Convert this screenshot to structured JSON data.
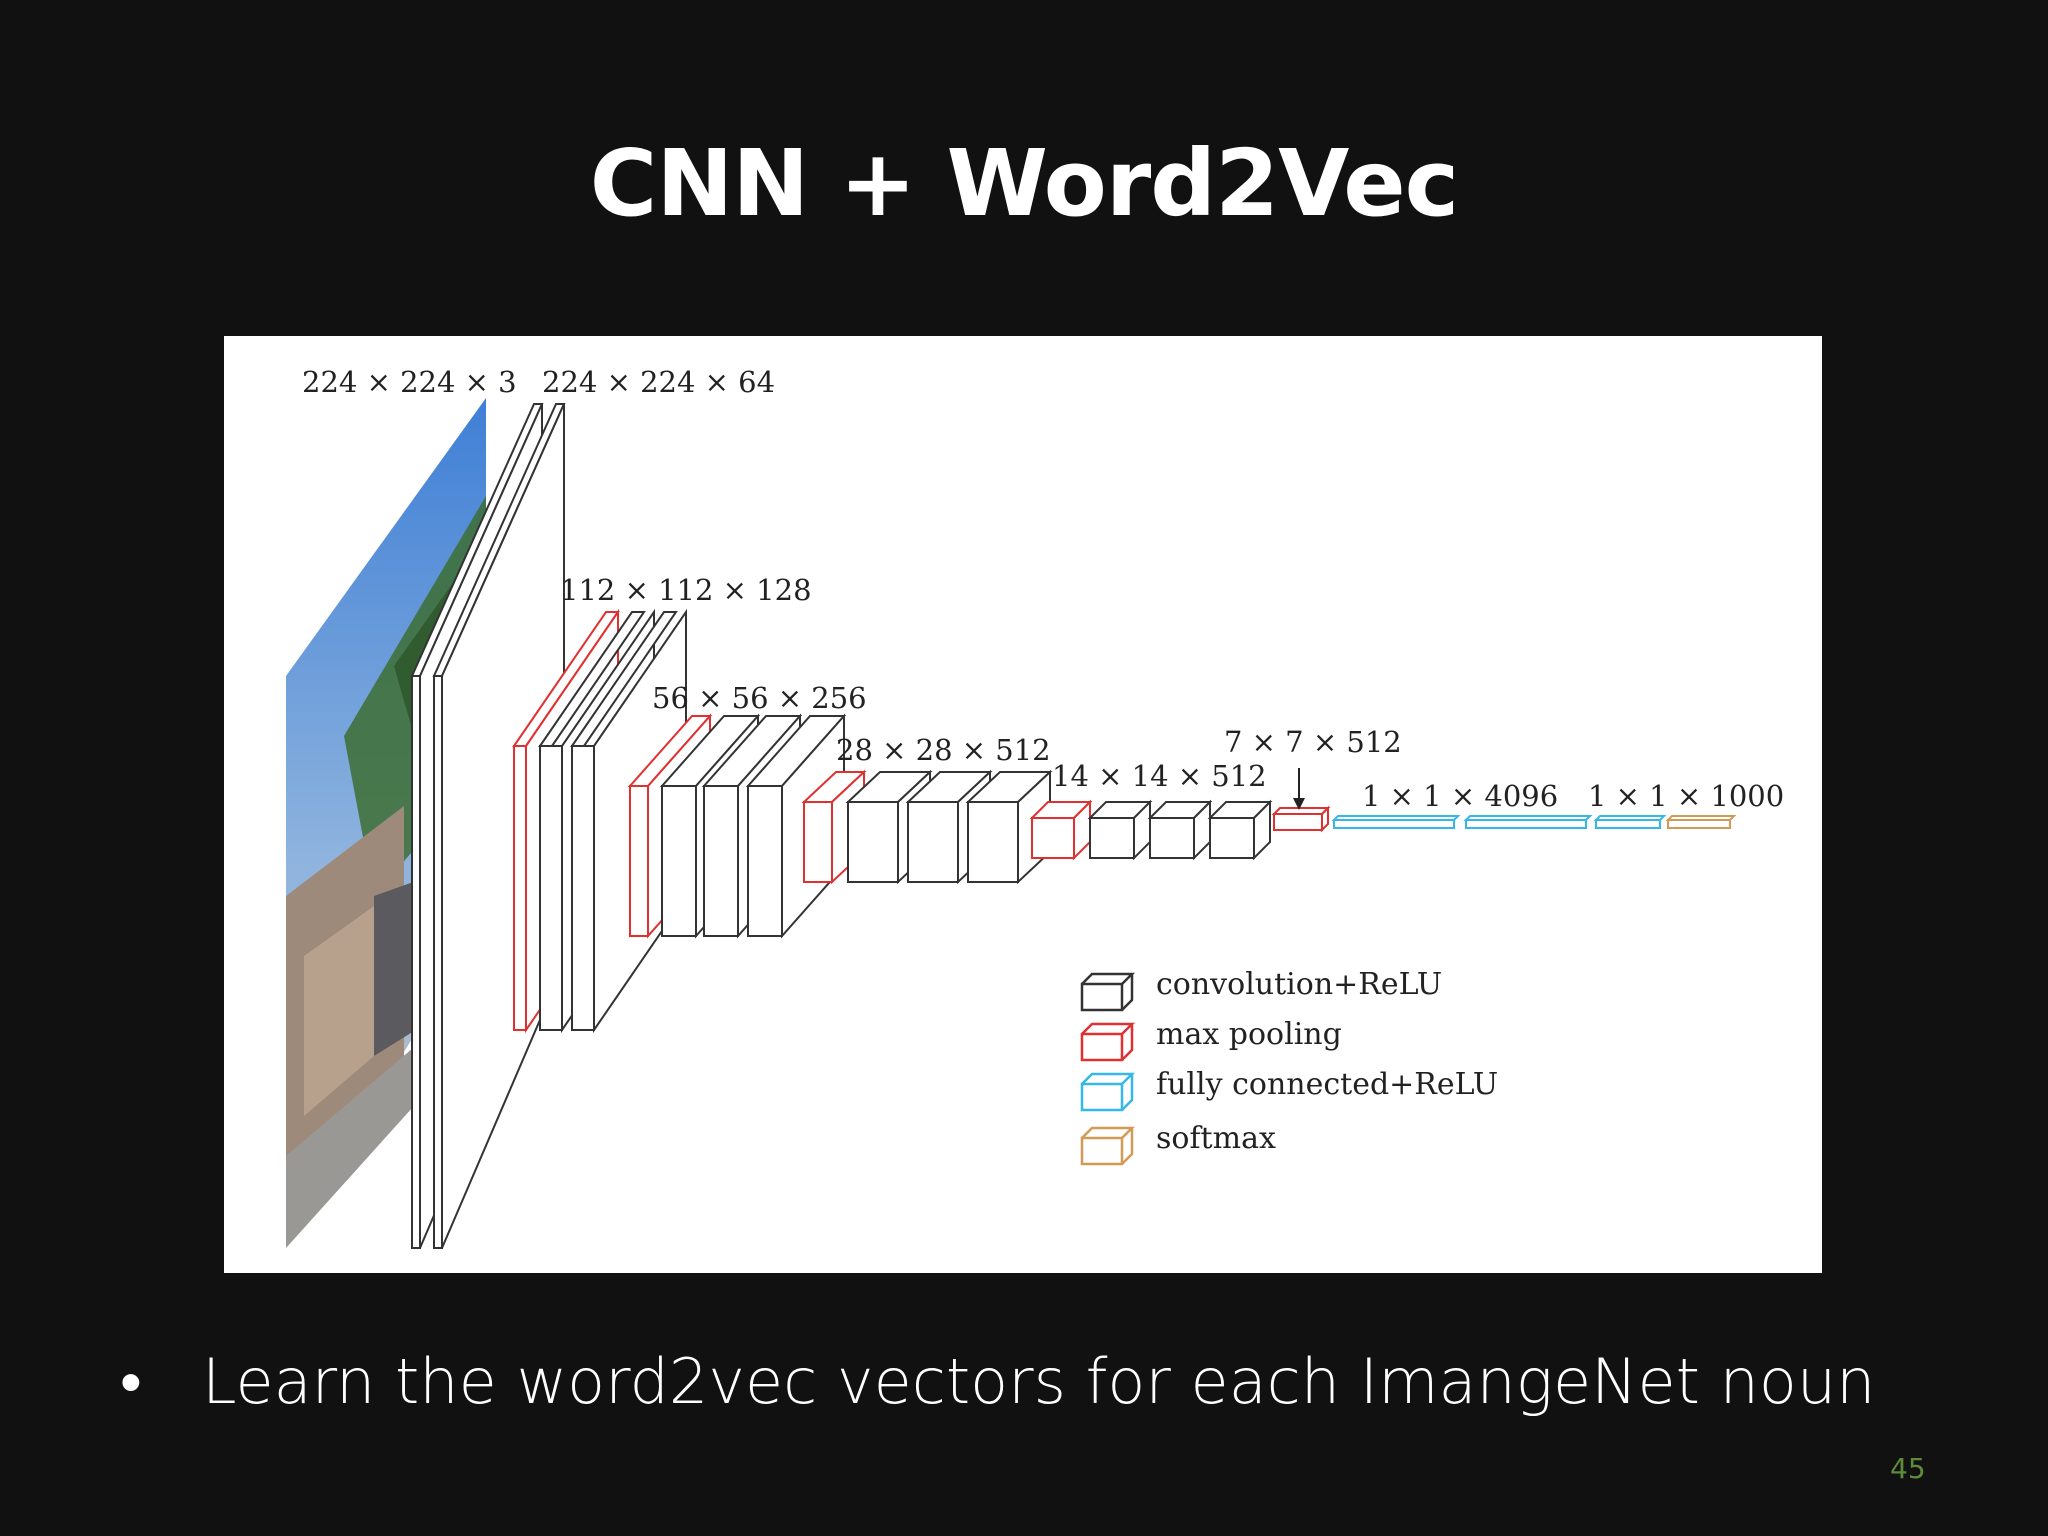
{
  "slide": {
    "title": "CNN + Word2Vec",
    "bullet": "•",
    "bullet_text": "Learn the word2vec vectors for each ImangeNet noun",
    "page_number": "45"
  },
  "diagram": {
    "dimension_labels": [
      "224 × 224 × 3",
      "224 × 224 × 64",
      "112 × 112 × 128",
      "56 × 56 × 256",
      "28 × 28 × 512",
      "14 × 14 × 512",
      "7 × 7 × 512",
      "1 × 1 × 4096",
      "1 × 1 × 1000"
    ],
    "legend": [
      {
        "label": "convolution+ReLU",
        "color": "#333333"
      },
      {
        "label": "max pooling",
        "color": "#e03030"
      },
      {
        "label": "fully connected+ReLU",
        "color": "#35b7e8"
      },
      {
        "label": "softmax",
        "color": "#d39a55"
      }
    ]
  }
}
